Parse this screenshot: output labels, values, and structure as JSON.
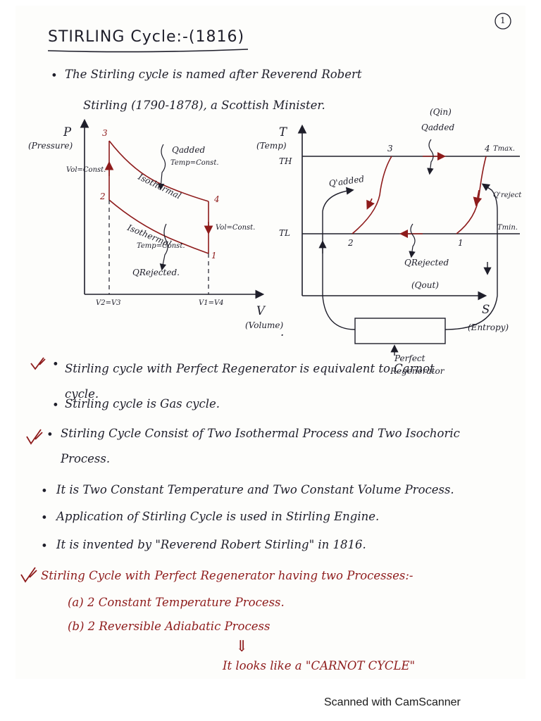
{
  "page_number": "1",
  "title": "STIRLING Cycle:-(1816)",
  "intro": {
    "line1": "The Stirling cycle is named after Reverend Robert",
    "line2": "Stirling (1790-1878), a Scottish Minister."
  },
  "pv_diagram": {
    "y_axis_symbol": "P",
    "y_axis_label": "(Pressure)",
    "x_axis_symbol": "V",
    "x_axis_label": "(Volume)",
    "points": [
      "1",
      "2",
      "3",
      "4"
    ],
    "vol_const_left": "Vol=Const.",
    "vol_const_right": "Vol=Const.",
    "q_added": "Qadded",
    "temp_const_top": "Temp=Const.",
    "isothermal_top": "Isothermal",
    "isothermal_bottom": "Isothermal",
    "temp_const_bottom": "Temp=Const.",
    "q_rejected": "QRejected.",
    "x_tick_left": "V2=V3",
    "x_tick_right": "V1=V4"
  },
  "ts_diagram": {
    "y_axis_symbol": "T",
    "y_axis_label": "(Temp)",
    "x_axis_symbol": "S",
    "x_axis_label": "(Entropy)",
    "th_label": "TH",
    "tl_label": "TL",
    "tmax_label": "Tmax.",
    "tmin_label": "Tmin.",
    "points": [
      "1",
      "2",
      "3",
      "4"
    ],
    "q_in": "(Qin)",
    "q_added_top": "Qadded",
    "q_added_left": "Q'added",
    "q_reject_right": "Q'reject",
    "q_rejected": "QRejected",
    "q_out": "(Qout)",
    "regenerator_label_1": "Perfect",
    "regenerator_label_2": "Regenerator"
  },
  "bullets": [
    {
      "text": "Stirling cycle with Perfect Regenerator is equivalent to Carnot cycle.",
      "checked": true
    },
    {
      "text": "Stirling cycle is Gas cycle.",
      "checked": false
    },
    {
      "text": "Stirling Cycle Consist of Two Isothermal Process and Two Isochoric",
      "checked": true
    },
    {
      "text": "Process.",
      "checked": false
    },
    {
      "text": "It is Two Constant Temperature and Two Constant Volume Process.",
      "checked": false
    },
    {
      "text": "Application of Stirling Cycle is used in Stirling Engine.",
      "checked": false
    },
    {
      "text": "It is invented by \"Reverend Robert Stirling\" in 1816.",
      "checked": false
    }
  ],
  "regen_note": {
    "heading": "Stirling Cycle with Perfect Regenerator having two Processes:-",
    "item_a": "(a) 2 Constant Temperature Process.",
    "item_b": "(b) 2 Reversible Adiabatic Process",
    "arrow": "⇓",
    "conclusion": "It looks like a \"CARNOT CYCLE\""
  },
  "footer": "Scanned with CamScanner",
  "colors": {
    "ink": "#1e1e2a",
    "red_ink": "#8e1b1b",
    "paper": "#fdfdfb"
  }
}
